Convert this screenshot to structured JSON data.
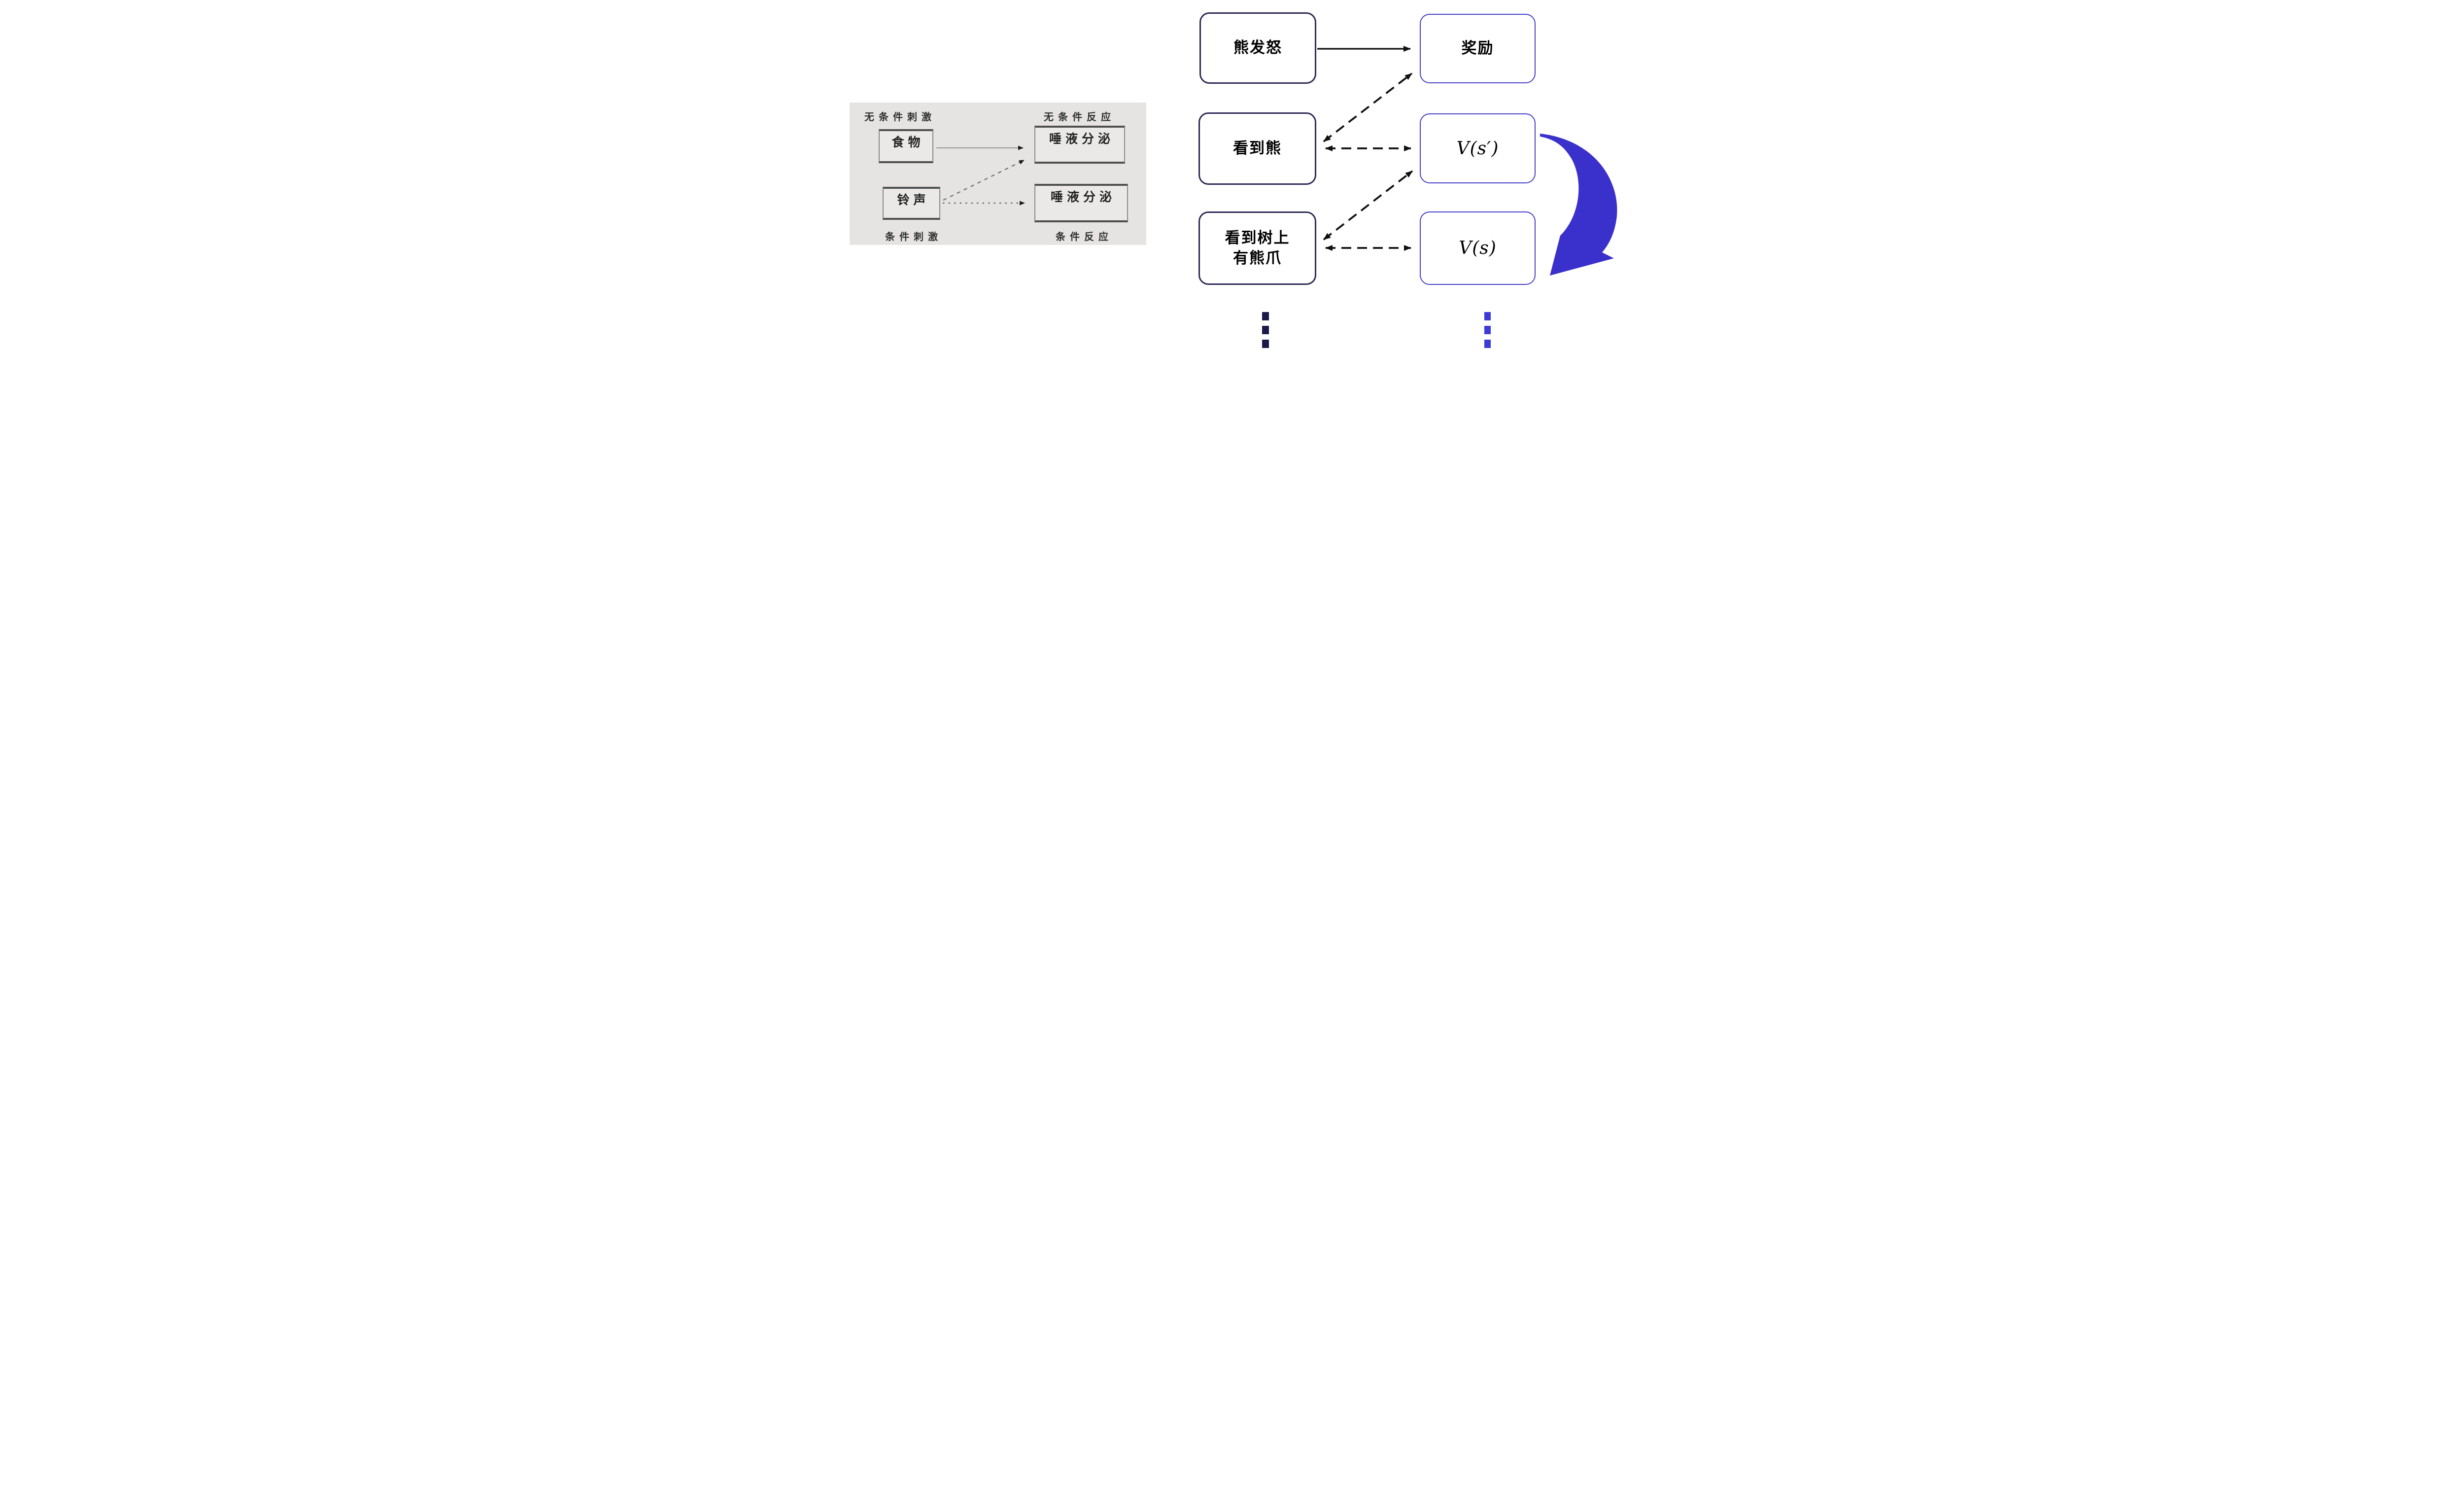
{
  "left_panel": {
    "unconditioned_stimulus_label": "无条件刺激",
    "unconditioned_response_label": "无条件反应",
    "conditioned_stimulus_label": "条件刺激",
    "conditioned_response_label": "条件反应",
    "food_box": "食物",
    "bell_box": "铃声",
    "salivation_box_top": "唾液分泌",
    "salivation_box_bottom": "唾液分泌",
    "edges": [
      {
        "from": "food_box",
        "to": "salivation_box_top",
        "style": "solid-arrow"
      },
      {
        "from": "bell_box",
        "to": "salivation_box_top",
        "style": "dotted-arrow"
      },
      {
        "from": "bell_box",
        "to": "salivation_box_bottom",
        "style": "dotted-arrow"
      }
    ]
  },
  "right_diagram": {
    "nodes": {
      "bear_angry": "熊发怒",
      "reward": "奖励",
      "see_bear": "看到熊",
      "value_next": "V(s′)",
      "see_claw_lines": [
        "看到树上",
        "有熊爪"
      ],
      "value_current": "V(s)"
    },
    "edges": [
      {
        "from": "bear_angry",
        "to": "reward",
        "style": "solid-arrow"
      },
      {
        "from": "see_bear",
        "to": "reward",
        "style": "dashed-double-arrow"
      },
      {
        "from": "see_bear",
        "to": "value_next",
        "style": "dashed-double-arrow"
      },
      {
        "from": "see_claw",
        "to": "value_next",
        "style": "dashed-double-arrow"
      },
      {
        "from": "see_claw",
        "to": "value_current",
        "style": "dashed-double-arrow"
      },
      {
        "from": "value_next",
        "to": "value_current",
        "style": "blue-curved-arrow"
      }
    ]
  },
  "colors": {
    "panel_bg": "#e5e4e2",
    "panel_box_bg": "#eae9e7",
    "panel_border": "#8a8a8a",
    "panel_border_dark": "#4e4e4e",
    "panel_text": "#2f2f2f",
    "left_node_border": "#2e2a55",
    "right_node_border": "#4541c9",
    "arrow_black": "#101010",
    "panel_arrow": "#8c8c8c",
    "panel_dotted": "#6e6e6e",
    "swoosh_blue": "#3a31cc",
    "dots_navy": "#1a1a4a",
    "dots_blue": "#3d3bd8"
  }
}
